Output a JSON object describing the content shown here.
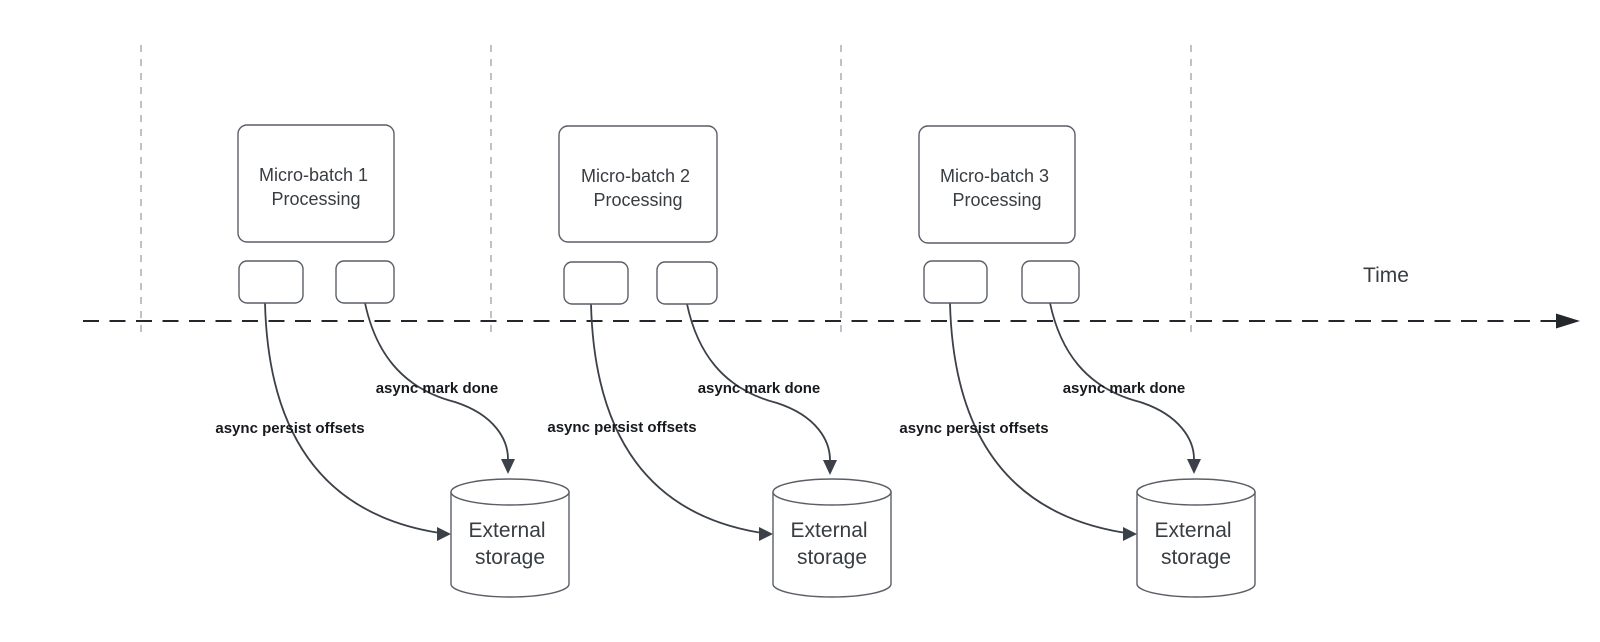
{
  "colors": {
    "curve": "#3c4149",
    "axis": "#24282d",
    "border": "#5a5f66",
    "guide": "#aeb3b9",
    "text": "#383d42",
    "label": "#16191d",
    "bg": "#ffffff"
  },
  "diagram": {
    "time_label": "Time",
    "groups": [
      {
        "title_line1": "Micro-batch 1",
        "title_line2": "Processing",
        "persist_label": "async persist offsets",
        "markdone_label": "async mark done",
        "storage_line1": "External",
        "storage_line2": "storage"
      },
      {
        "title_line1": "Micro-batch 2",
        "title_line2": "Processing",
        "persist_label": "async persist offsets",
        "markdone_label": "async mark done",
        "storage_line1": "External",
        "storage_line2": "storage"
      },
      {
        "title_line1": "Micro-batch 3",
        "title_line2": "Processing",
        "persist_label": "async persist offsets",
        "markdone_label": "async mark done",
        "storage_line1": "External",
        "storage_line2": "storage"
      }
    ]
  }
}
